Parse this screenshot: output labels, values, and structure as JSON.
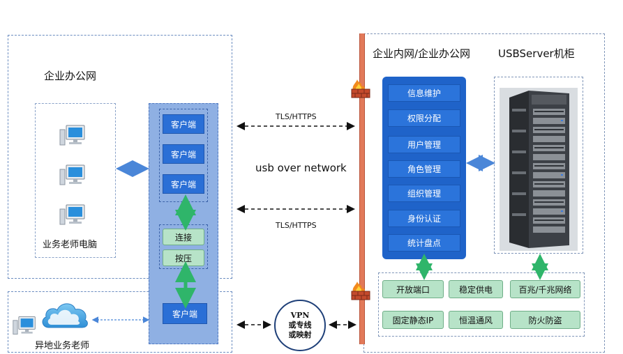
{
  "left_zone": {
    "title": "企业办公网",
    "pc_group_label": "业务老师电脑",
    "clients": [
      "客户端",
      "客户端",
      "客户端"
    ],
    "connect_label": "连接",
    "press_label": "按压",
    "remote_client": "客户端",
    "remote_label": "异地业务老师"
  },
  "middle": {
    "tls_top": "TLS/HTTPS",
    "tls_bottom": "TLS/HTTPS",
    "usb_label": "usb over network",
    "vpn_lines": [
      "VPN",
      "或专线",
      "或映射"
    ]
  },
  "right_zone": {
    "title": "企业内网/企业办公网",
    "rack_title": "USBServer机柜",
    "menu": [
      "信息维护",
      "权限分配",
      "用户管理",
      "角色管理",
      "组织管理",
      "身份认证",
      "统计盘点"
    ],
    "features": [
      "开放端口",
      "稳定供电",
      "百兆/千兆网络",
      "固定静态IP",
      "恒温通风",
      "防火防盗"
    ]
  },
  "colors": {
    "client_blue": "#2a6fd6",
    "panel_blue": "#8fb0e3",
    "menu_panel": "#1f63c9",
    "feature_green": "#b7e3c8",
    "firewall_bar": "#e27a5a",
    "arrow_green": "#2fb56a",
    "arrow_blue": "#4a86d8"
  }
}
